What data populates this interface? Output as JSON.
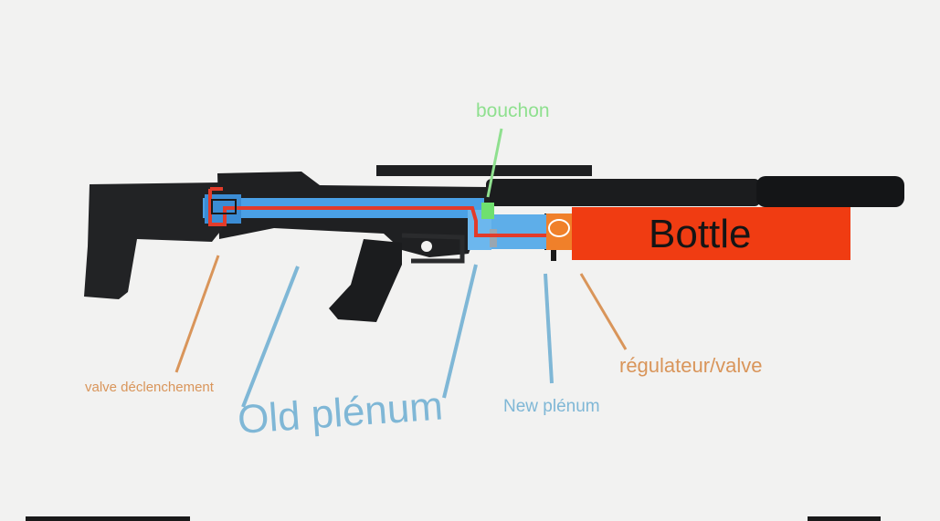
{
  "labels": {
    "bouchon": "bouchon",
    "bottle": "Bottle",
    "valve_declenchement": "valve déclenchement",
    "old_plenum": "Old plénum",
    "new_plenum": "New plénum",
    "regulateur_valve": "régulateur/valve"
  },
  "colors": {
    "air_path": "#e23b2a",
    "old_plenum": "#4aa0e6",
    "new_plenum": "#5eaee9",
    "bouchon": "#6fe06f",
    "bottle": "#f03c12",
    "regulator": "#f0802a",
    "label_orange": "#d9955a",
    "label_blue": "#7fb7d6",
    "label_green": "#8fe08f"
  }
}
